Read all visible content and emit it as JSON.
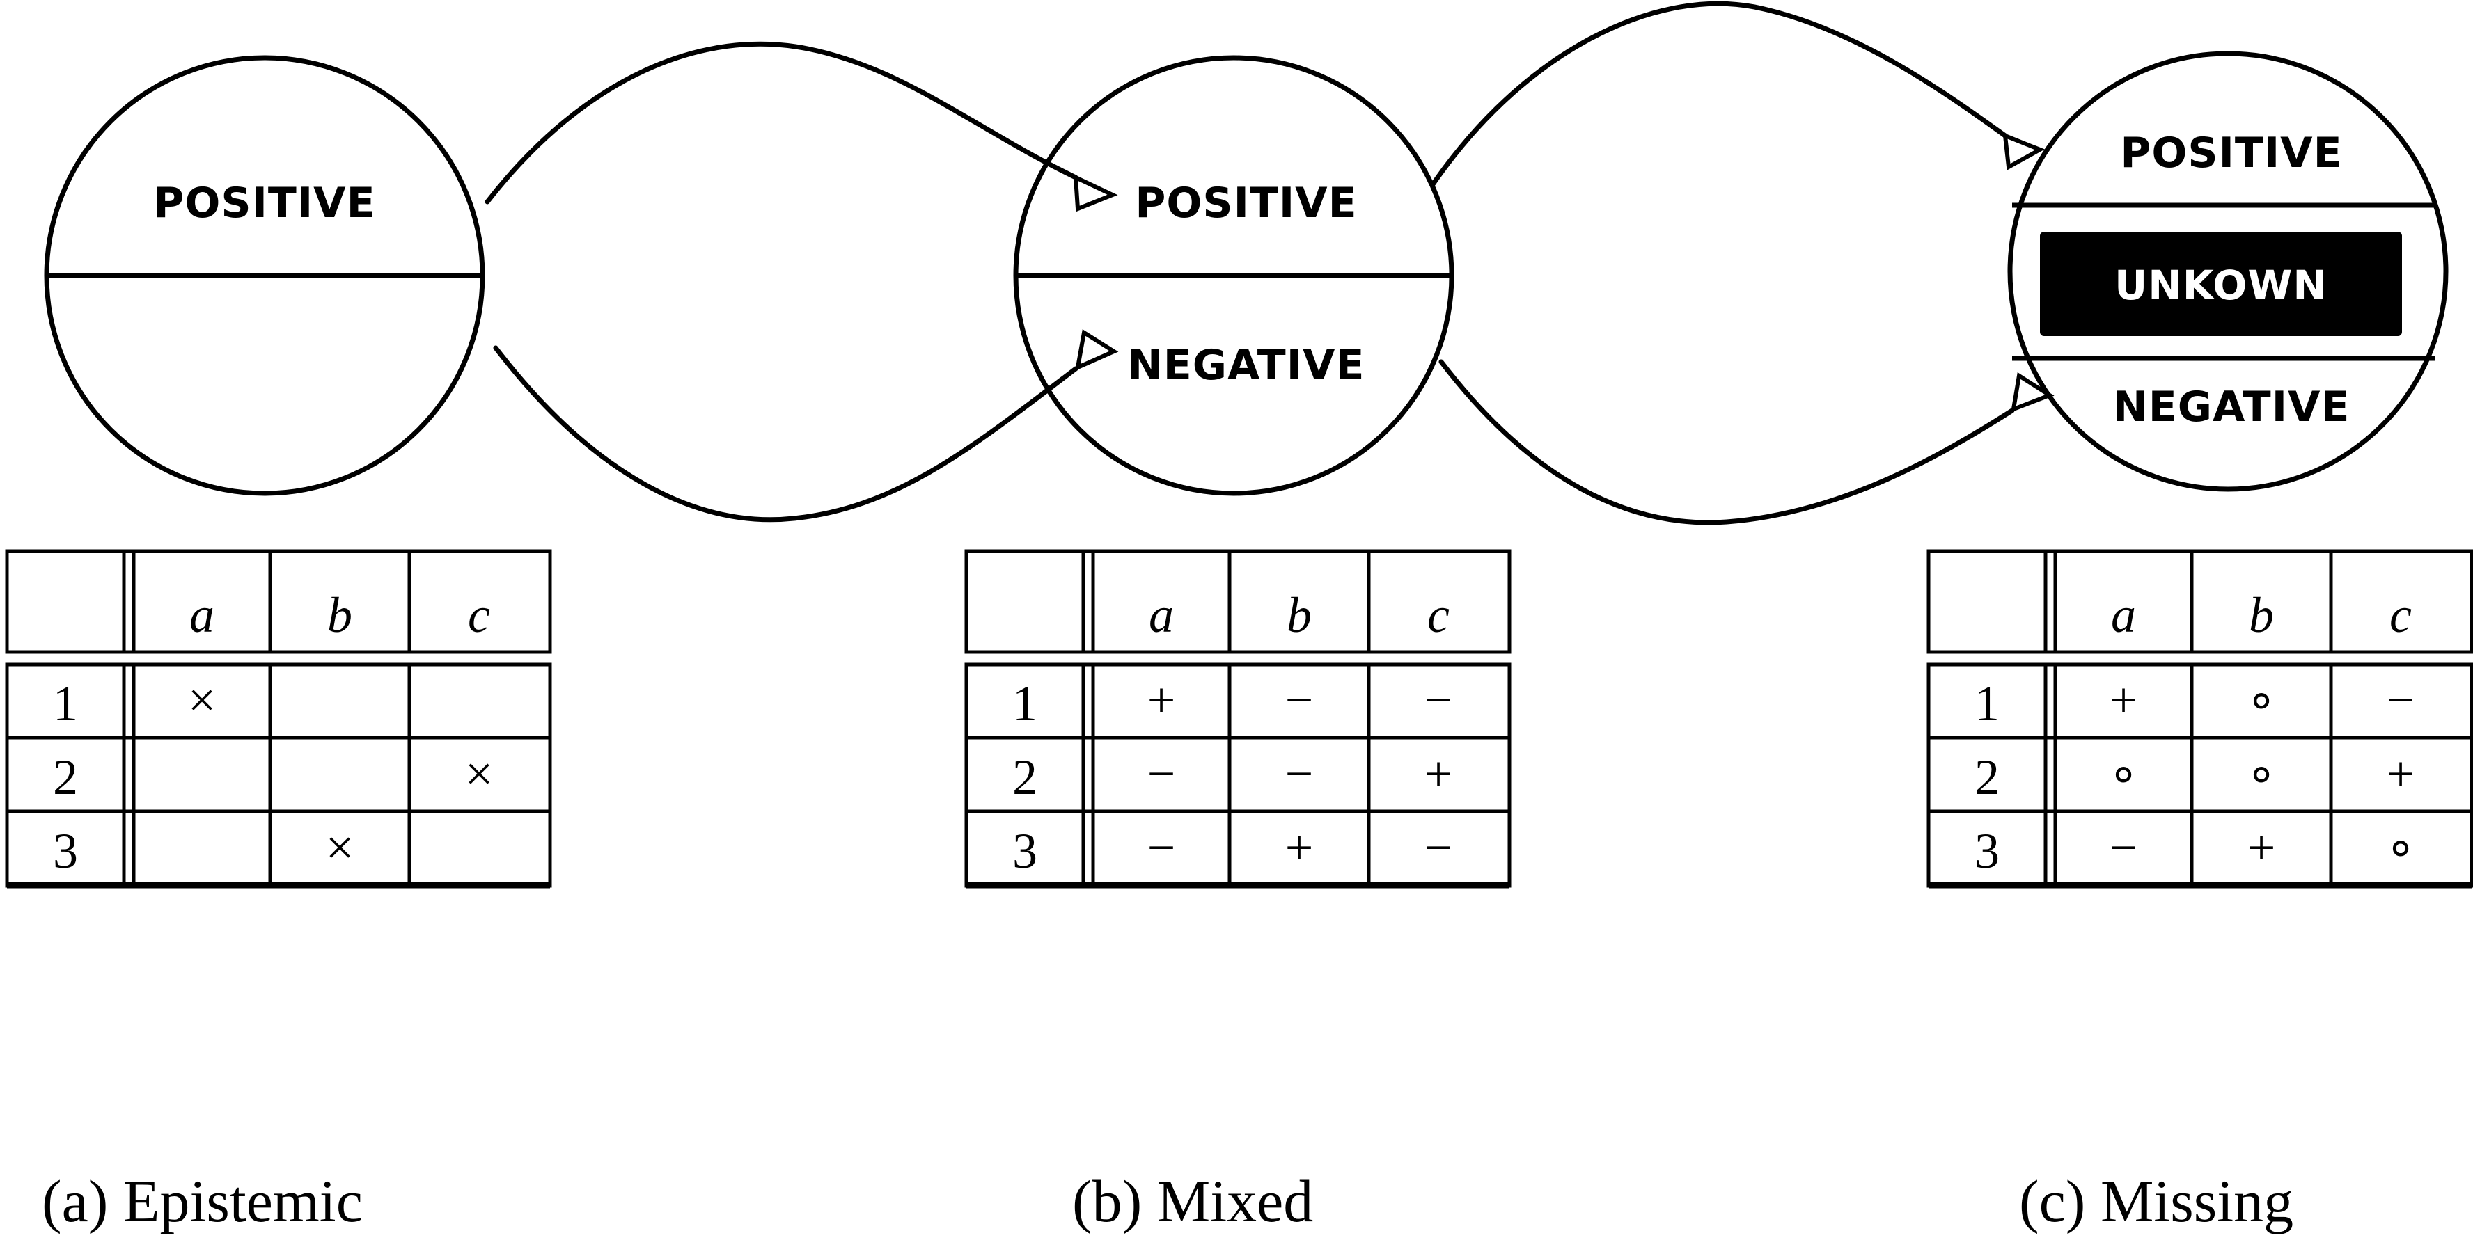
{
  "figure": {
    "type": "diagram",
    "description": "Three partitioned circles connected by arrows above three truth tables"
  },
  "panels": [
    {
      "id": "a",
      "caption": "(a) Epistemic",
      "circle": {
        "name": "epistemic-circle",
        "segments": [
          {
            "label": "POSITIVE",
            "style": "normal"
          },
          {
            "label": "",
            "style": "normal"
          }
        ]
      },
      "table": {
        "corner": "",
        "columns": [
          "a",
          "b",
          "c"
        ],
        "rows": [
          {
            "name": "1",
            "cells": [
              "×",
              "",
              ""
            ]
          },
          {
            "name": "2",
            "cells": [
              "",
              "",
              "×"
            ]
          },
          {
            "name": "3",
            "cells": [
              "",
              "×",
              ""
            ]
          }
        ]
      }
    },
    {
      "id": "b",
      "caption": "(b) Mixed",
      "circle": {
        "name": "mixed-circle",
        "segments": [
          {
            "label": "POSITIVE",
            "style": "normal"
          },
          {
            "label": "NEGATIVE",
            "style": "normal"
          }
        ]
      },
      "table": {
        "corner": "",
        "columns": [
          "a",
          "b",
          "c"
        ],
        "rows": [
          {
            "name": "1",
            "cells": [
              "+",
              "−",
              "−"
            ]
          },
          {
            "name": "2",
            "cells": [
              "−",
              "−",
              "+"
            ]
          },
          {
            "name": "3",
            "cells": [
              "−",
              "+",
              "−"
            ]
          }
        ]
      }
    },
    {
      "id": "c",
      "caption": "(c) Missing",
      "circle": {
        "name": "missing-circle",
        "segments": [
          {
            "label": "POSITIVE",
            "style": "normal"
          },
          {
            "label": "UNKOWN",
            "style": "inverse"
          },
          {
            "label": "NEGATIVE",
            "style": "normal"
          }
        ]
      },
      "table": {
        "corner": "",
        "columns": [
          "a",
          "b",
          "c"
        ],
        "rows": [
          {
            "name": "1",
            "cells": [
              "+",
              "∘",
              "−"
            ]
          },
          {
            "name": "2",
            "cells": [
              "∘",
              "∘",
              "+"
            ]
          },
          {
            "name": "3",
            "cells": [
              "−",
              "+",
              "∘"
            ]
          }
        ]
      }
    }
  ],
  "arrows": [
    {
      "name": "arrow-epistemic-positive-to-mixed-positive",
      "from": "a.POSITIVE",
      "to": "b.POSITIVE"
    },
    {
      "name": "arrow-epistemic-lower-to-mixed-negative",
      "from": "a.lower",
      "to": "b.NEGATIVE"
    },
    {
      "name": "arrow-mixed-positive-to-missing-positive",
      "from": "b.POSITIVE",
      "to": "c.POSITIVE"
    },
    {
      "name": "arrow-mixed-negative-to-missing-negative",
      "from": "b.NEGATIVE",
      "to": "c.NEGATIVE"
    }
  ],
  "colors": {
    "ink": "#000000",
    "paper": "#ffffff",
    "unknown_band_fill": "#000000",
    "unknown_band_text": "#ffffff"
  }
}
